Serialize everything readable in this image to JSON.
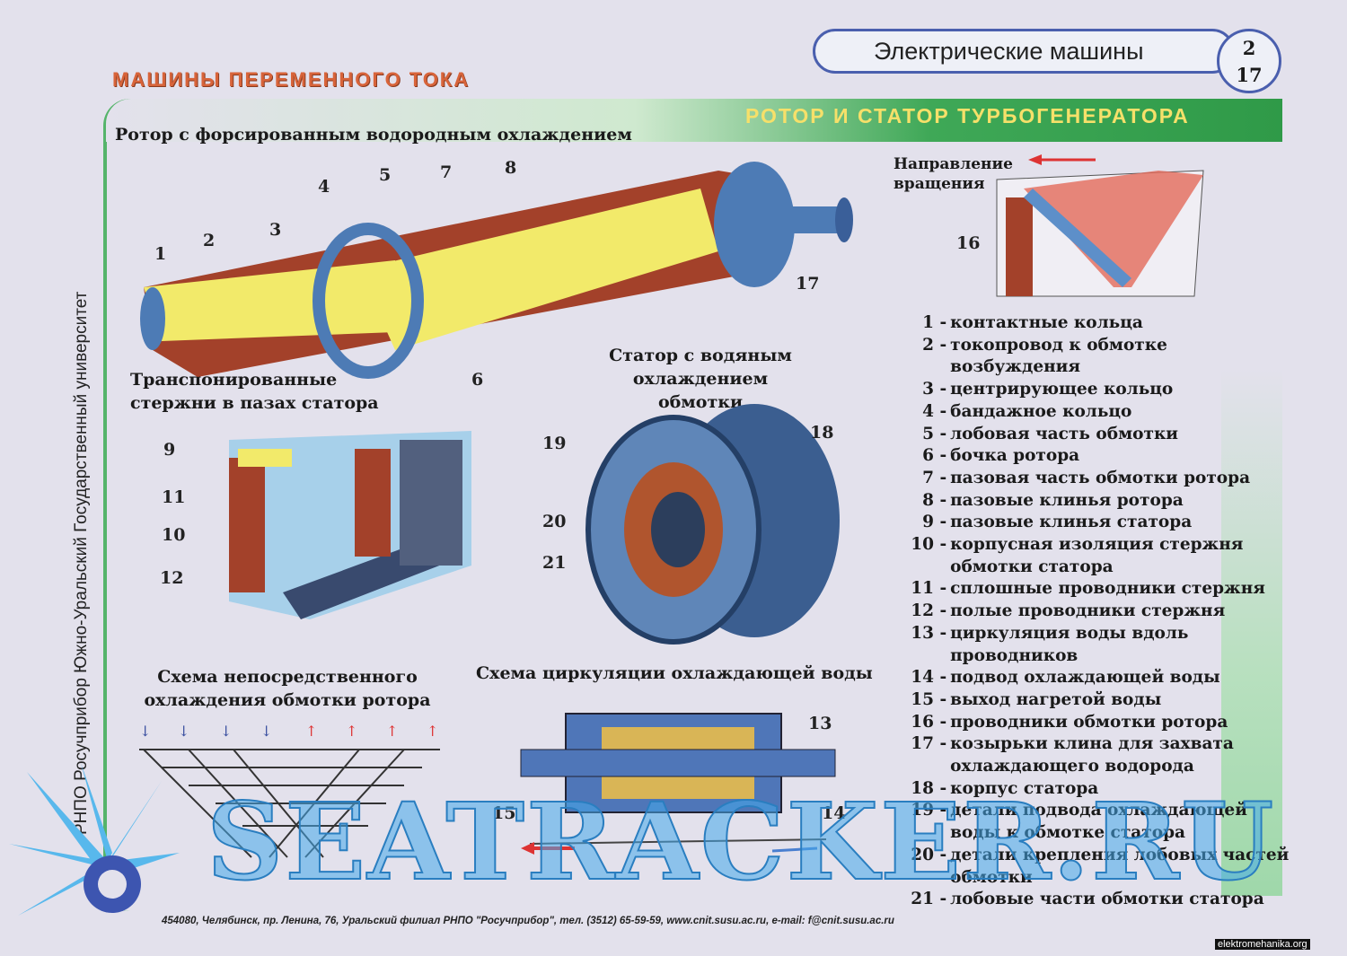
{
  "header": {
    "title": "Электрические машины",
    "page_top": "2",
    "page_bottom": "17",
    "section": "МАШИНЫ ПЕРЕМЕННОГО ТОКА",
    "band_title": "РОТОР И СТАТОР ТУРБОГЕНЕРАТОРА"
  },
  "side_text": "РНПО Росучприбор   Южно-Уральский Государственный университет",
  "captions": {
    "rotor": "Ротор с форсированным водородным охлаждением",
    "rotation": "Направление вращения",
    "bars": "Транспонированные стержни в пазах статора",
    "stator": "Статор с водяным охлаждением обмотки",
    "rotor_cooling": "Схема непосредственного охлаждения обмотки ротора",
    "water": "Схема циркуляции охлаждающей воды"
  },
  "callouts": {
    "rotor": [
      "1",
      "2",
      "3",
      "4",
      "5",
      "7",
      "8",
      "6",
      "17"
    ],
    "rotation": [
      "16"
    ],
    "bars": [
      "9",
      "11",
      "10",
      "12"
    ],
    "stator": [
      "19",
      "18",
      "20",
      "21"
    ],
    "water": [
      "13",
      "15",
      "14"
    ]
  },
  "legend": [
    {
      "n": "1",
      "t": "контактные кольца"
    },
    {
      "n": "2",
      "t": "токопровод к обмотке возбуждения"
    },
    {
      "n": "3",
      "t": "центрирующее кольцо"
    },
    {
      "n": "4",
      "t": "бандажное кольцо"
    },
    {
      "n": "5",
      "t": "лобовая часть обмотки"
    },
    {
      "n": "6",
      "t": "бочка ротора"
    },
    {
      "n": "7",
      "t": "пазовая часть обмотки ротора"
    },
    {
      "n": "8",
      "t": "пазовые клинья ротора"
    },
    {
      "n": "9",
      "t": "пазовые клинья статора"
    },
    {
      "n": "10",
      "t": "корпусная изоляция стержня обмотки статора"
    },
    {
      "n": "11",
      "t": "сплошные проводники стержня"
    },
    {
      "n": "12",
      "t": "полые проводники стержня"
    },
    {
      "n": "13",
      "t": "циркуляция воды вдоль проводников"
    },
    {
      "n": "14",
      "t": "подвод охлаждающей воды"
    },
    {
      "n": "15",
      "t": "выход нагретой воды"
    },
    {
      "n": "16",
      "t": "проводники обмотки ротора"
    },
    {
      "n": "17",
      "t": "козырьки клина для захвата охлаждающего водорода"
    },
    {
      "n": "18",
      "t": "корпус статора"
    },
    {
      "n": "19",
      "t": "детали подвода охлаждающей воды к обмотке статора"
    },
    {
      "n": "20",
      "t": "детали крепления лобовых частей обмотки"
    },
    {
      "n": "21",
      "t": "лобовые части обмотки статора"
    }
  ],
  "footer": "454080, Челябинск, пр. Ленина, 76, Уральский филиал РНПО \"Росучприбор\", тел. (3512) 65-59-59, www.cnit.susu.ac.ru,   e-mail: f@cnit.susu.ac.ru",
  "credit": "elektromehanika.org",
  "watermark": "SEATRACKER.RU"
}
